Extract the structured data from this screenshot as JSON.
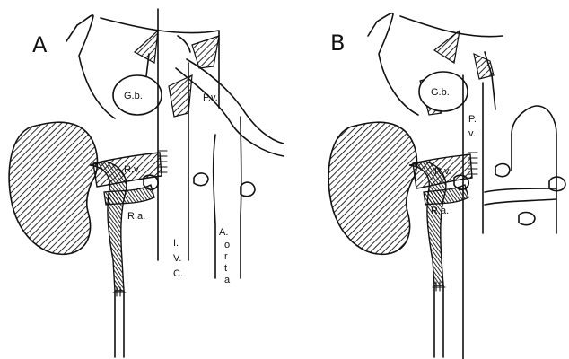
{
  "panels": {
    "a": {
      "letter": "A",
      "labels": {
        "gall_bladder": "G.b.",
        "portal_vein": "P.v.",
        "renal_vein": "R.v.",
        "renal_artery": "R.a.",
        "ivc_1": "I.",
        "ivc_2": "V.",
        "ivc_3": "C.",
        "aorta_1": "A.",
        "aorta_2": "o",
        "aorta_3": "r",
        "aorta_4": "t",
        "aorta_5": "a"
      }
    },
    "b": {
      "letter": "B",
      "labels": {
        "gall_bladder": "G.b.",
        "portal_vein_1": "P.",
        "portal_vein_2": "v.",
        "renal_vein": "R.v.",
        "renal_artery": "R.a."
      }
    }
  },
  "colors": {
    "ink": "#111111",
    "paper": "#ffffff"
  }
}
